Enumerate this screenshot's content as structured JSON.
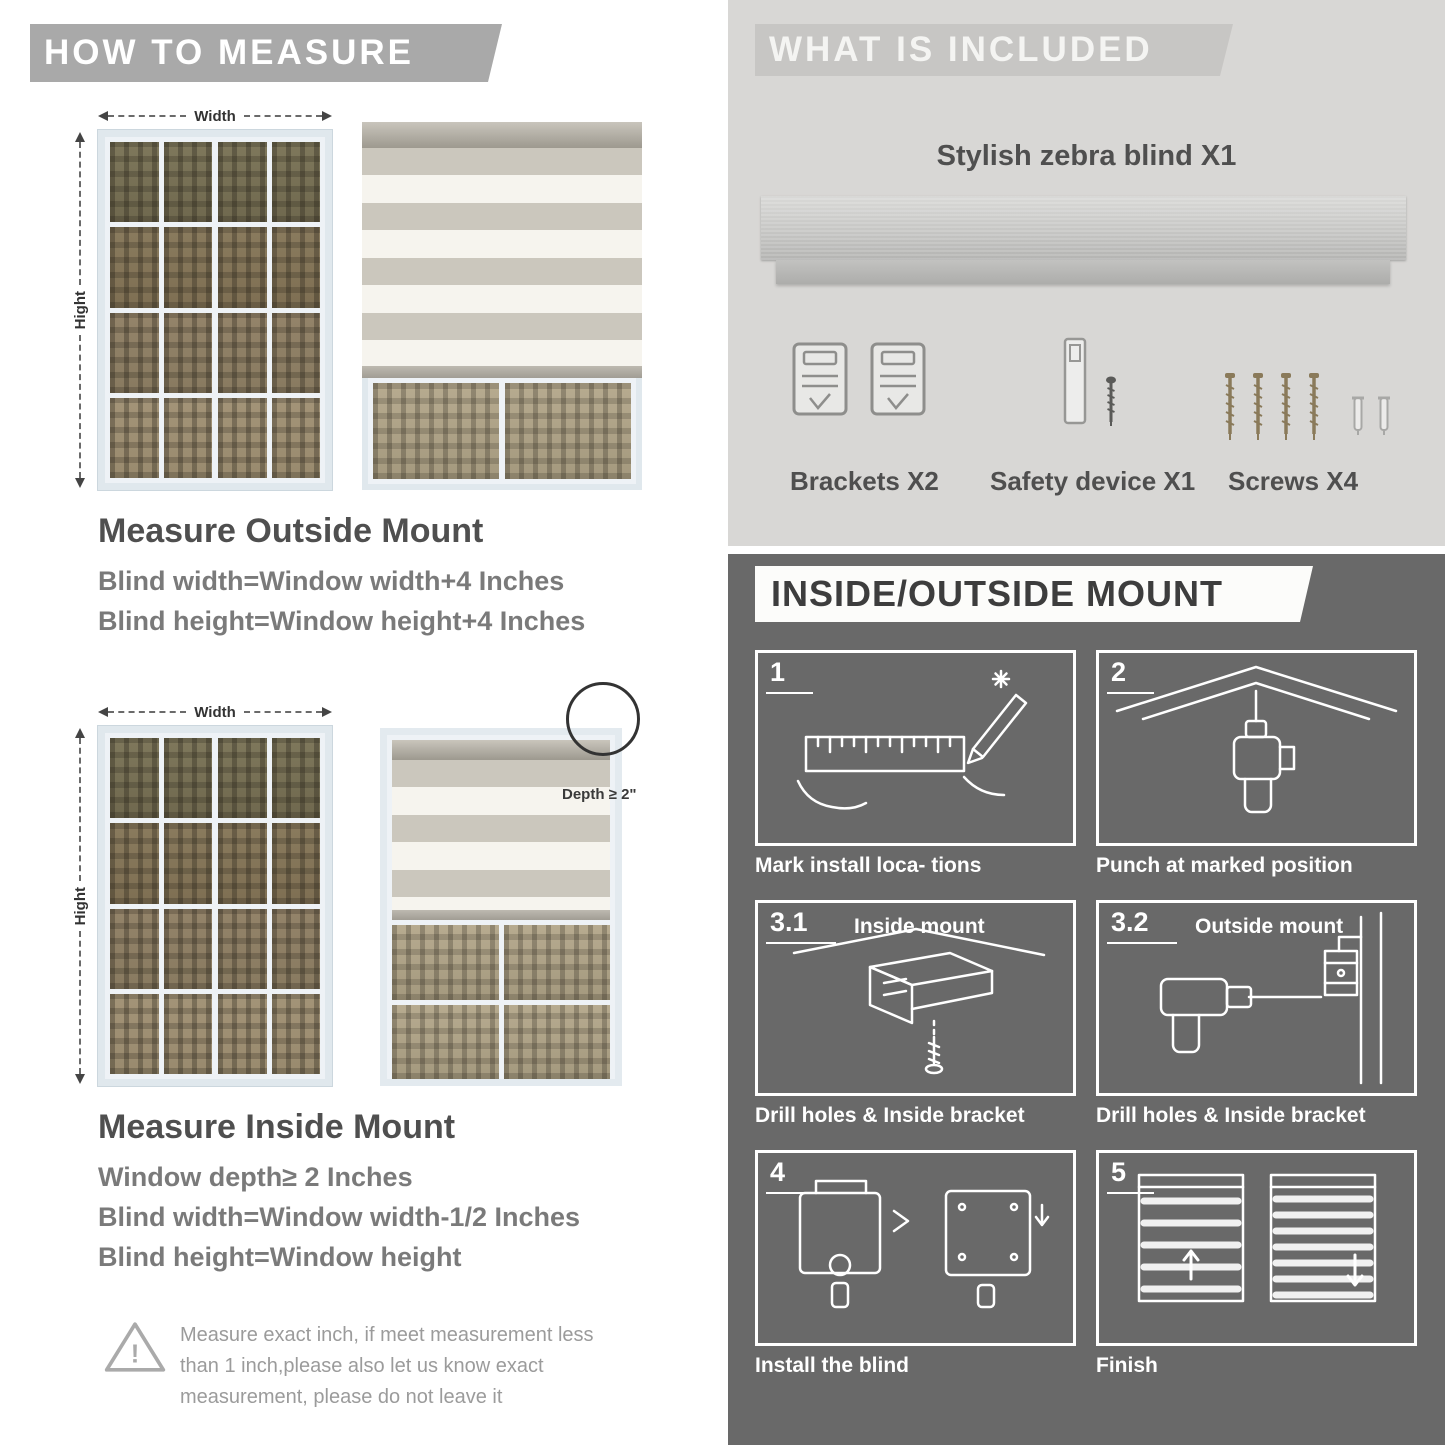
{
  "colors": {
    "banner_gray": "#a9a9a9",
    "included_bg": "#d8d7d5",
    "included_banner": "#c7c6c4",
    "mount_bg": "#696969",
    "heading_text": "#4f4f4f",
    "body_text": "#7a7a7a",
    "step_line_white": "#ffffff"
  },
  "measure": {
    "header": "HOW TO MEASURE",
    "width_label": "Width",
    "height_label": "Hight",
    "outside": {
      "title": "Measure Outside Mount",
      "lines": [
        "Blind width=Window width+4 Inches",
        "Blind height=Window height+4 Inches"
      ]
    },
    "inside": {
      "title": "Measure Inside Mount",
      "depth_callout": "Depth ≥ 2\"",
      "lines": [
        "Window depth≥ 2 Inches",
        "Blind width=Window width-1/2 Inches",
        "Blind height=Window height"
      ]
    },
    "warning": {
      "mark": "!",
      "text": "Measure exact inch, if meet measurement less than 1 inch,please also let us know exact measurement, please do not leave it"
    }
  },
  "included": {
    "header": "WHAT IS INCLUDED",
    "blind_label": "Stylish zebra blind X1",
    "items": [
      {
        "label": "Brackets X2"
      },
      {
        "label": "Safety device X1"
      },
      {
        "label": "Screws X4"
      }
    ]
  },
  "mount": {
    "header": "INSIDE/OUTSIDE MOUNT",
    "steps": [
      {
        "num": "1",
        "caption": "Mark install loca- tions"
      },
      {
        "num": "2",
        "caption": "Punch at  marked position"
      },
      {
        "num": "3.1",
        "title": "Inside mount",
        "caption": "Drill holes &  Inside bracket"
      },
      {
        "num": "3.2",
        "title": "Outside mount",
        "caption": "Drill holes &  Inside bracket"
      },
      {
        "num": "4",
        "caption": "Install the blind"
      },
      {
        "num": "5",
        "caption": "Finish"
      }
    ]
  }
}
